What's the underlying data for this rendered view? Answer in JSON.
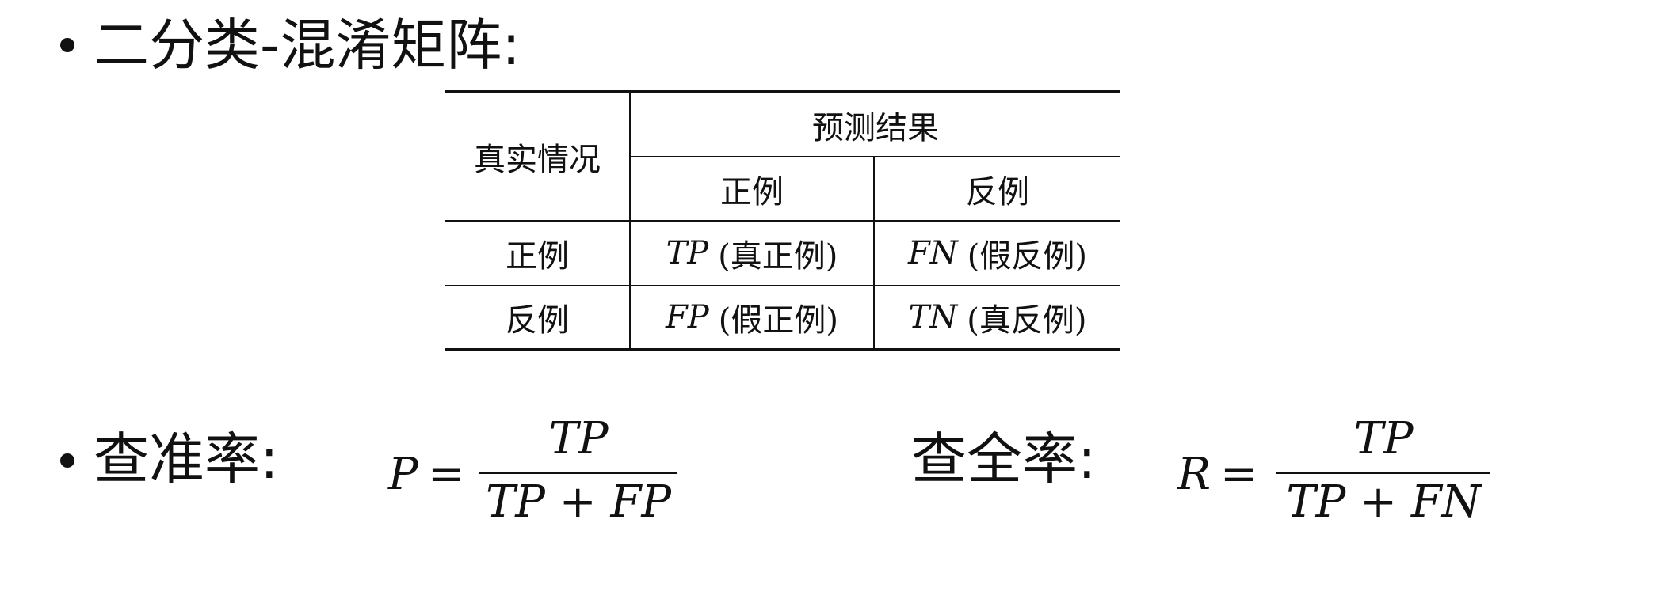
{
  "bullets": {
    "confusion_title": "二分类-混淆矩阵:",
    "precision_label": "查准率:",
    "recall_label": "查全率:"
  },
  "matrix": {
    "row_header": "真实情况",
    "col_header": "预测结果",
    "col_positive": "正例",
    "col_negative": "反例",
    "rows": [
      {
        "label": "正例",
        "cells": [
          {
            "abbr": "TP",
            "desc": "(真正例)"
          },
          {
            "abbr": "FN",
            "desc": "(假反例)"
          }
        ]
      },
      {
        "label": "反例",
        "cells": [
          {
            "abbr": "FP",
            "desc": "(假正例)"
          },
          {
            "abbr": "TN",
            "desc": "(真反例)"
          }
        ]
      }
    ]
  },
  "formulas": {
    "precision": {
      "lhs": "P",
      "eq": "=",
      "numerator": "TP",
      "denominator": "TP + FP"
    },
    "recall": {
      "lhs": "R",
      "eq": "=",
      "numerator": "TP",
      "denominator": "TP + FN"
    }
  }
}
